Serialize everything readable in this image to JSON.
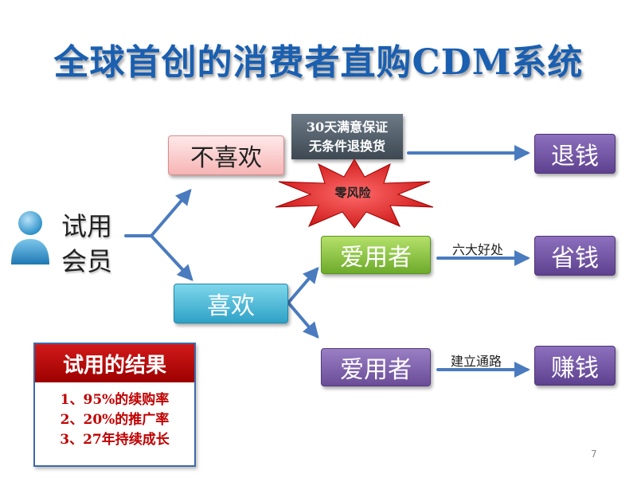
{
  "title": "全球首创的消费者直购CDM系统",
  "member": {
    "line1": "试用",
    "line2": "会员"
  },
  "nodes": {
    "dislike": "不喜欢",
    "like": "喜欢",
    "power_user_1": "爱用者",
    "power_user_2": "爱用者"
  },
  "guarantee": {
    "line1": "30天满意保证",
    "line2": "无条件退换货"
  },
  "zero_risk": "零风险",
  "outcomes": {
    "refund": "退钱",
    "save": "省钱",
    "earn": "赚钱"
  },
  "benefits": {
    "six_benefits": "六大好处",
    "build_channel": "建立通路"
  },
  "trial_results": {
    "header": "试用的结果",
    "items": [
      "1、95%的续购率",
      "2、20%的推广率",
      "3、27年持续成长"
    ]
  },
  "page_number": "7",
  "colors": {
    "title": "#1a5fb0",
    "arrow": "#4a7bbf",
    "result_header": "#c00000",
    "star": "#d51616"
  },
  "icons": {
    "member": "person-icon",
    "zero_risk": "starburst-icon"
  }
}
